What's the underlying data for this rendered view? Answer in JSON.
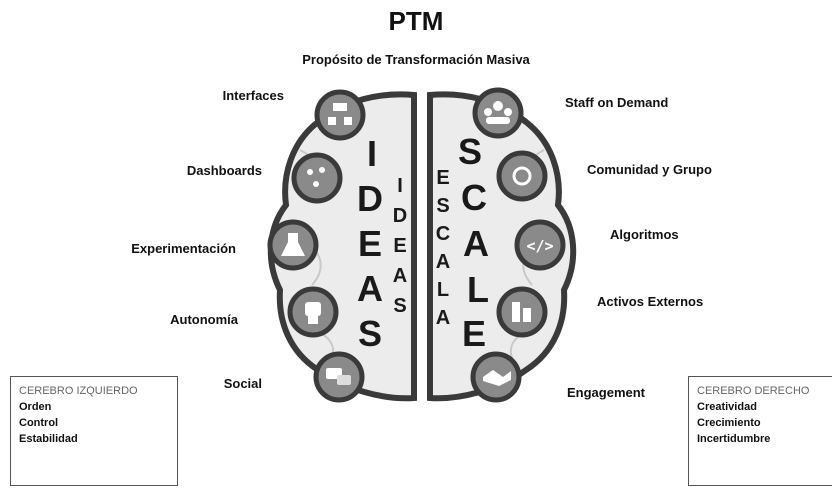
{
  "title": "PTM",
  "subtitle": "Propósito de Transformación Masiva",
  "left_labels": [
    "Interfaces",
    "Dashboards",
    "Experimentación",
    "Autonomía",
    "Social"
  ],
  "right_labels": [
    "Staff on Demand",
    "Comunidad y Grupo",
    "Algoritmos",
    "Activos Externos",
    "Engagement"
  ],
  "brain_words": {
    "left_big": "IDEAS",
    "left_small": "IDEAS",
    "right_small": "ESCALA",
    "right_big": "SCALE"
  },
  "left_box": {
    "heading": "CEREBRO IZQUIERDO",
    "items": [
      "Orden",
      "Control",
      "Estabilidad"
    ]
  },
  "right_box": {
    "heading": "CEREBRO DERECHO",
    "items": [
      "Creatividad",
      "Crecimiento",
      "Incertidumbre"
    ]
  },
  "icons_left": [
    "interfaces-icon",
    "dashboard-icon",
    "flask-icon",
    "fist-icon",
    "chat-icon"
  ],
  "icons_right": [
    "people-icon",
    "community-icon",
    "code-icon",
    "assets-icon",
    "handshake-icon"
  ]
}
